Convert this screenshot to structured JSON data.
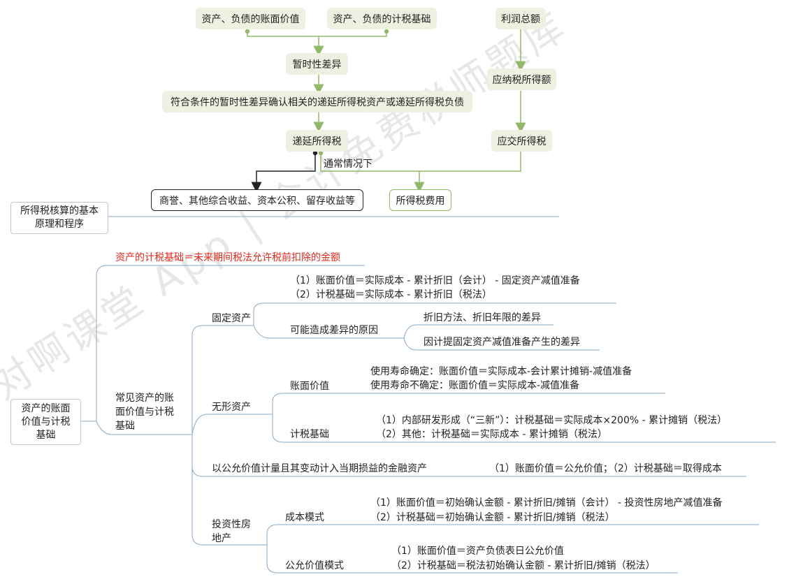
{
  "flow": {
    "book_value": "资产、负债的账面价值",
    "tax_base": "资产、负债的计税基础",
    "temp_diff": "暂时性差异",
    "recognize": "符合条件的暂时性差异确认相关的递延所得税资产或递延所得税负债",
    "deferred_tax": "递延所得税",
    "profit_total": "利润总额",
    "taxable_income": "应纳税所得额",
    "tax_payable": "应交所得税",
    "usually": "通常情况下",
    "equity_items": "商誉、其他综合收益、资本公积、留存收益等",
    "tax_expense": "所得税费用"
  },
  "section1": {
    "title": "所得税核算的基本原理和程序"
  },
  "section2": {
    "title": "资产的账面价值与计税基础",
    "definition": "资产的计税基础＝未来期间税法允许税前扣除的金额",
    "common_label": "常见资产的账面价值与计税基础",
    "fixed_asset": {
      "label": "固定资产",
      "line1": "（1）账面价值＝实际成本 - 累计折旧（会计） - 固定资产减值准备",
      "line2": "（2）计税基础＝实际成本 - 累计折旧（税法）",
      "reasons_label": "可能造成差异的原因",
      "reason1": "折旧方法、折旧年限的差异",
      "reason2": "因计提固定资产减值准备产生的差异"
    },
    "intangible": {
      "label": "无形资产",
      "book_label": "账面价值",
      "book1": "使用寿命确定：账面价值＝实际成本-会计累计摊销-减值准备",
      "book2": "使用寿命不确定：账面价值＝实际成本-减值准备",
      "tax_label": "计税基础",
      "tax1": "（1）内部研发形成（“三新”）：计税基础＝实际成本×200% - 累计摊销（税法）",
      "tax2": "（2）其他：计税基础＝实际成本 - 累计摊销（税法）"
    },
    "fvtpl": {
      "label": "以公允价值计量且其变动计入当期损益的金融资产",
      "detail": "（1）账面价值＝公允价值；（2）计税基础＝取得成本"
    },
    "investment_property": {
      "label": "投资性房地产",
      "cost_label": "成本模式",
      "cost1": "（1）账面价值＝初始确认金额 - 累计折旧/摊销（会计） - 投资性房地产减值准备",
      "cost2": "（2）计税基础＝初始确认金额 - 累计折旧/摊销（税法）",
      "fv_label": "公允价值模式",
      "fv1": "（1）账面价值＝资产负债表日公允价值",
      "fv2": "（2）计税基础＝税法初始确认金额 - 累计折旧/摊销（税法）"
    }
  },
  "watermark": "对啊课堂 App | 会计免费税师题库",
  "colors": {
    "green_line": "#94b86a",
    "blue_line": "#8aa9c6",
    "pill_bg": "#eef0e2",
    "red_text": "#e02a1c"
  }
}
